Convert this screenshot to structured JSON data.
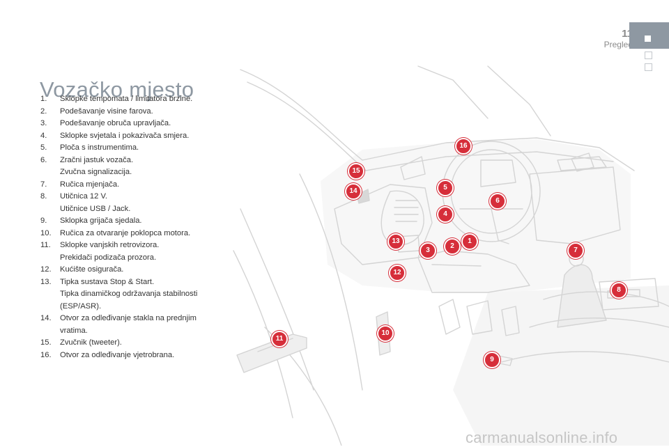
{
  "header": {
    "page_number": "11",
    "section": "Pregled"
  },
  "title": "Vozačko mjesto",
  "items": [
    {
      "num": "1.",
      "text": "Sklopke tempomata / limitatora brzine."
    },
    {
      "num": "2.",
      "text": "Podešavanje visine farova."
    },
    {
      "num": "3.",
      "text": "Podešavanje obruča upravljača."
    },
    {
      "num": "4.",
      "text": "Sklopke svjetala i pokazivača smjera."
    },
    {
      "num": "5.",
      "text": "Ploča s instrumentima."
    },
    {
      "num": "6.",
      "text": "Zračni jastuk vozača."
    },
    {
      "num": "",
      "text": "Zvučna signalizacija."
    },
    {
      "num": "7.",
      "text": "Ručica mjenjača."
    },
    {
      "num": "8.",
      "text": "Utičnica 12 V."
    },
    {
      "num": "",
      "text": "Utičnice USB / Jack."
    },
    {
      "num": "9.",
      "text": "Sklopka grijača sjedala."
    },
    {
      "num": "10.",
      "text": "Ručica za otvaranje poklopca motora."
    },
    {
      "num": "11.",
      "text": "Sklopke vanjskih retrovizora."
    },
    {
      "num": "",
      "text": "Prekidači podizača prozora."
    },
    {
      "num": "12.",
      "text": "Kućište osigurača."
    },
    {
      "num": "13.",
      "text": "Tipka sustava Stop & Start."
    },
    {
      "num": "",
      "text": "Tipka dinamičkog održavanja stabilnosti (ESP/ASR)."
    },
    {
      "num": "14.",
      "text": "Otvor za odleđivanje stakla na prednjim vratima."
    },
    {
      "num": "15.",
      "text": "Zvučnik (tweeter)."
    },
    {
      "num": "16.",
      "text": "Otvor za odleđivanje vjetrobrana."
    }
  ],
  "badges": [
    "1",
    "2",
    "3",
    "4",
    "5",
    "6",
    "7",
    "8",
    "9",
    "10",
    "11",
    "12",
    "13",
    "14",
    "15",
    "16"
  ],
  "footer": "carmanualsonline.info",
  "colors": {
    "accent": "#8e98a2",
    "badge": "#d62e3a"
  }
}
